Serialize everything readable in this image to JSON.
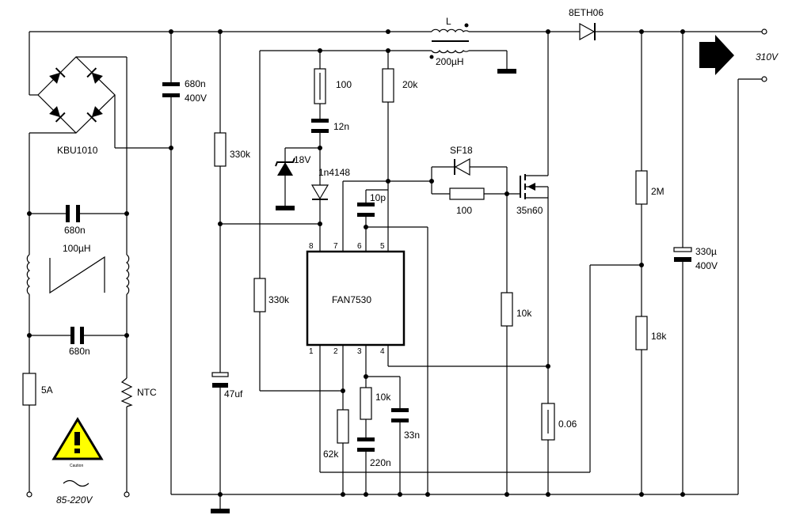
{
  "labels": {
    "bridge": "KBU1010",
    "c_in": "680n",
    "c_in_v": "400V",
    "c_x1": "680n",
    "c_x2": "680n",
    "choke": "100µH",
    "fuse": "5A",
    "ntc": "NTC",
    "caution": "Caution",
    "input_v": "85-220V",
    "r_start": "330k",
    "c_vcc": "47uf",
    "r100": "100",
    "c12n": "12n",
    "zener": "18V",
    "d1n4148": "1n4148",
    "r20k": "20k",
    "c10p": "10p",
    "r330k_2": "330k",
    "ic": "FAN7530",
    "pin8": "8",
    "pin7": "7",
    "pin6": "6",
    "pin5": "5",
    "pin1": "1",
    "pin2": "2",
    "pin3": "3",
    "pin4": "4",
    "r62k": "62k",
    "r10k_a": "10k",
    "c220n": "220n",
    "c33n": "33n",
    "sf18": "SF18",
    "r_gate": "100",
    "mosfet": "35n60",
    "r10k_b": "10k",
    "r_sense": "0.06",
    "inductor_name": "L",
    "inductor_val": "200µH",
    "diode_out": "8ETH06",
    "r2m": "2M",
    "r18k": "18k",
    "c_out": "330µ",
    "c_out_v": "400V",
    "output_v": "310V"
  },
  "colors": {
    "warning_fill": "#ffff00"
  }
}
